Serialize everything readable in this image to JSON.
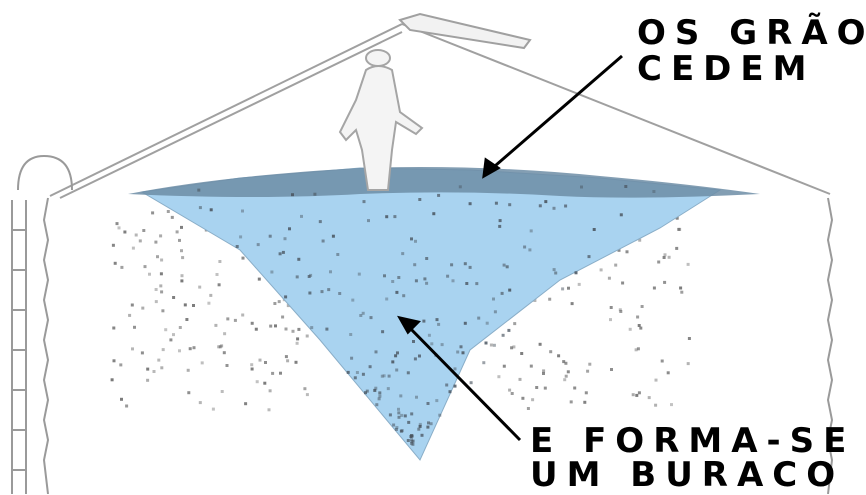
{
  "diagram": {
    "label_top": {
      "line1": "OS GRÃOS",
      "line2": "CEDEM"
    },
    "label_bottom": {
      "line1": "E FORMA-SE",
      "line2": "UM BURACO"
    }
  },
  "colors": {
    "hole_fill": "#a9d3f0",
    "grain_dots": "#6a6a6a",
    "outline": "#9a9a9a",
    "text": "#000000"
  }
}
